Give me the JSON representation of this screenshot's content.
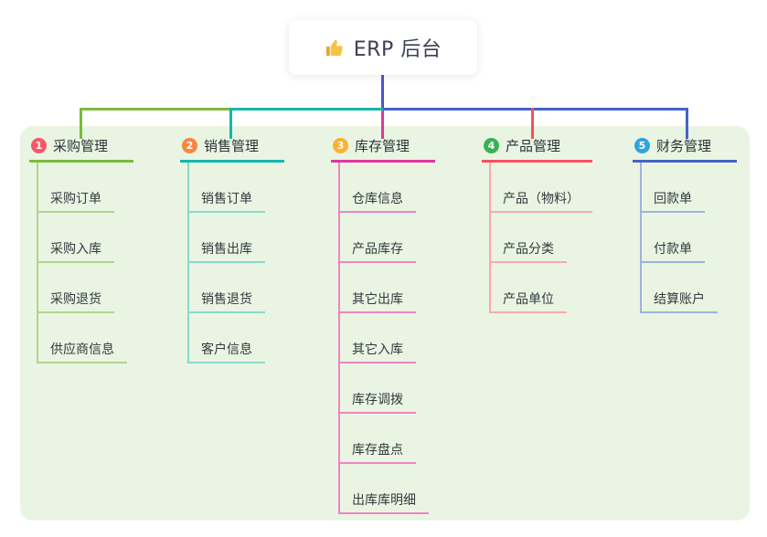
{
  "root": {
    "title": "ERP 后台",
    "icon": "thumbs-up",
    "icon_color": "#f6c445"
  },
  "connectors": {
    "root_color": "#4a55c9"
  },
  "colors": {
    "canvas_bg": "#ffffff",
    "container_bg": "#e9f5e2",
    "title_text": "#3a4150",
    "node_text": "#33393f"
  },
  "branches": [
    {
      "index": "1",
      "label": "采购管理",
      "badge_color": "#f8566a",
      "line_color": "#7cb93e",
      "child_line_color": "#aed490",
      "children": [
        "采购订单",
        "采购入库",
        "采购退货",
        "供应商信息"
      ]
    },
    {
      "index": "2",
      "label": "销售管理",
      "badge_color": "#f7883f",
      "line_color": "#14b8ab",
      "child_line_color": "#8ad8ce",
      "children": [
        "销售订单",
        "销售出库",
        "销售退货",
        "客户信息"
      ]
    },
    {
      "index": "3",
      "label": "库存管理",
      "badge_color": "#f9b234",
      "line_color": "#e0369e",
      "child_line_color": "#ee84c4",
      "children": [
        "仓库信息",
        "产品库存",
        "其它出库",
        "其它入库",
        "库存调拨",
        "库存盘点",
        "出库库明细"
      ]
    },
    {
      "index": "4",
      "label": "产品管理",
      "badge_color": "#36b355",
      "line_color": "#fa4f5e",
      "child_line_color": "#fba8ae",
      "children": [
        "产品（物料）",
        "产品分类",
        "产品单位"
      ]
    },
    {
      "index": "5",
      "label": "财务管理",
      "badge_color": "#31a3dd",
      "line_color": "#4663c6",
      "child_line_color": "#9fb2dd",
      "children": [
        "回款单",
        "付款单",
        "结算账户"
      ]
    }
  ]
}
